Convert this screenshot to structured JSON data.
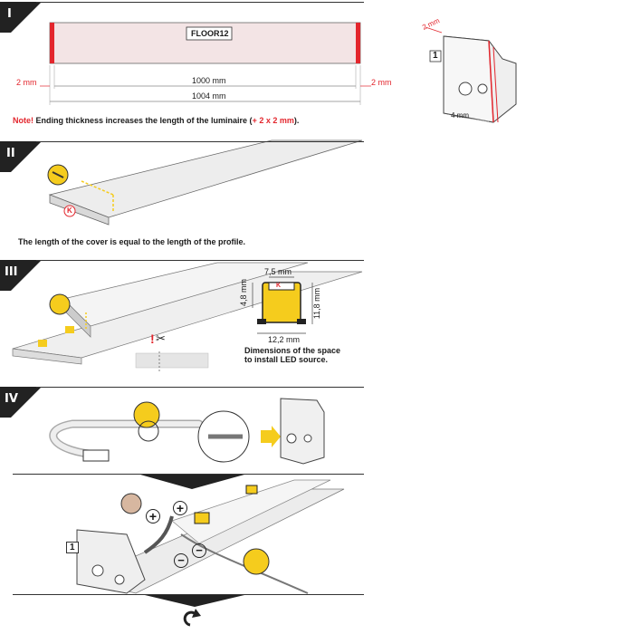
{
  "sections": {
    "s1": {
      "badge": "I",
      "profile_label": "FLOOR12",
      "dim_inner": "1000 mm",
      "dim_outer": "1004 mm",
      "end_left": "2 mm",
      "end_right": "2 mm",
      "note_prefix": "Note!",
      "note_body": " Ending thickness increases the length of the luminaire (",
      "note_highlight": "+ 2 x 2 mm",
      "note_suffix": ").",
      "endcap_badge": "1",
      "endcap_thickness": "2 mm",
      "endcap_depth": "4 mm"
    },
    "s2": {
      "badge": "II",
      "k_marker": "K",
      "caption": "The length of the cover is equal to the length of the profile."
    },
    "s3": {
      "badge": "III",
      "dim_top": "7,5 mm",
      "dim_left": "4,8 mm",
      "dim_right": "11,8 mm",
      "dim_bottom": "12,2 mm",
      "k_marker": "K",
      "warn_mark": "!",
      "caption_line1": "Dimensions of the space",
      "caption_line2": "to install LED source."
    },
    "s4": {
      "badge": "IV",
      "plus": "+",
      "minus": "−",
      "endcap_badge": "1"
    }
  },
  "colors": {
    "accent_red": "#e3262d",
    "yellow": "#f5cc1d",
    "dark": "#222222",
    "cover_pink": "#ecd7d9"
  }
}
